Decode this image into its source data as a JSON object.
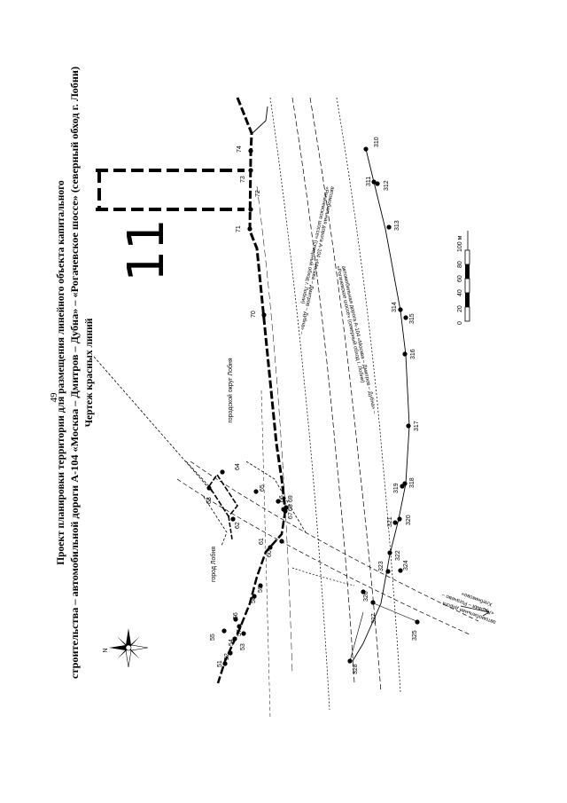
{
  "page_number": "49",
  "title_lines": [
    "Проект планировки территории для размещения линейного объекта капитального",
    "строительства – автомобильной дороги А-104 «Москва – Дмитров – Дубна» – «Рогачевское шоссе» (северный обход г. Лобни)",
    "Чертеж красных линий"
  ],
  "sheet_number": "11",
  "map_labels": {
    "district_okrug": "городской округ Лобня",
    "town": "город Лобня",
    "road_main_1": "автомобильная дорога А-104 «Москва – Дмитров – Дубна» –",
    "road_main_2": "«Рогачевское шоссе» (северный обход г. Лобни)",
    "road_side_1": "автомобильная дорога",
    "road_side_2": "«Луговая – Рогачево –",
    "road_side_3": "Хлебниково»"
  },
  "scale_bar": {
    "ticks": [
      "0",
      "20",
      "40",
      "60",
      "80",
      "100 м"
    ]
  },
  "compass": {
    "north": "N"
  },
  "points_left": [
    "51",
    "52",
    "53",
    "54",
    "55",
    "56",
    "57",
    "58",
    "59",
    "60",
    "61",
    "62",
    "63",
    "64",
    "65",
    "66",
    "67",
    "68",
    "69",
    "70",
    "71",
    "72",
    "73",
    "74"
  ],
  "points_right": [
    "310",
    "311",
    "312",
    "313",
    "314",
    "315",
    "316",
    "317",
    "318",
    "319",
    "320",
    "321",
    "322",
    "323",
    "324",
    "325",
    "326",
    "327",
    "328"
  ]
}
